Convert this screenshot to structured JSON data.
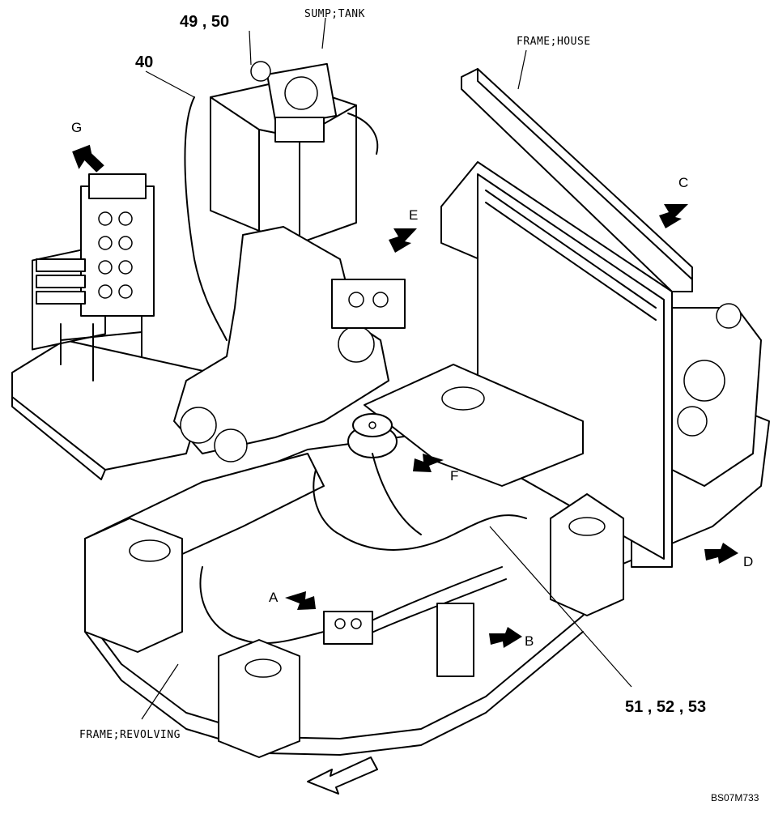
{
  "labels": {
    "sump_tank": "SUMP;TANK",
    "frame_house": "FRAME;HOUSE",
    "frame_revolving": "FRAME;REVOLVING",
    "part_49_50": "49 , 50",
    "part_40": "40",
    "part_51_52_53": "51 , 52 , 53"
  },
  "view_markers": {
    "a": "A",
    "b": "B",
    "c": "C",
    "d": "D",
    "e": "E",
    "f": "F",
    "g": "G"
  },
  "drawing_code": "BS07M733"
}
